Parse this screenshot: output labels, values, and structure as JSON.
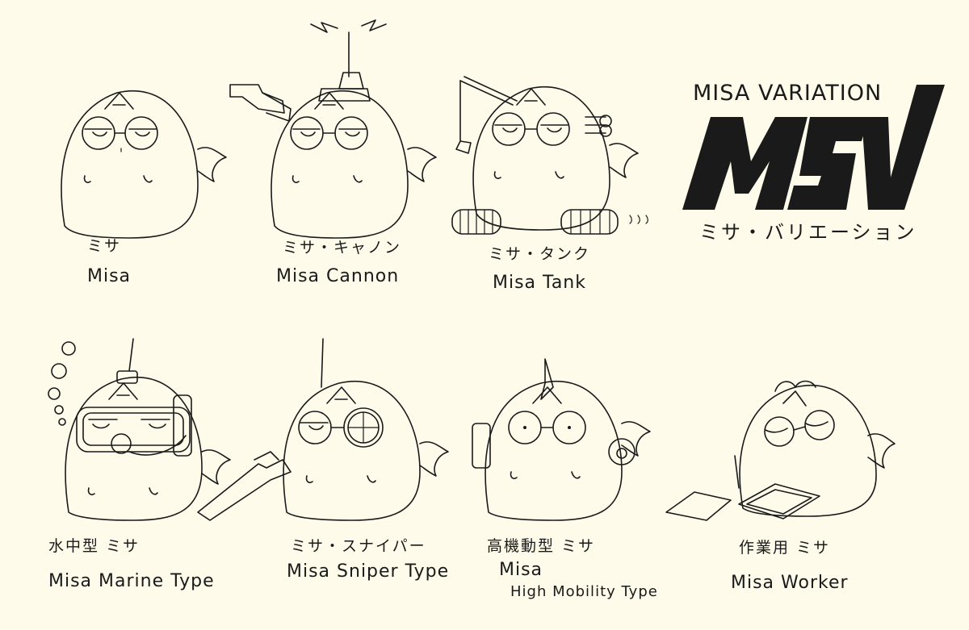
{
  "logo": {
    "title_en": "MISA VARIATION",
    "mark": "MSV",
    "subtitle_jp": "ミサ・バリエーション"
  },
  "variants": [
    {
      "jp": "ミサ",
      "en": "Misa"
    },
    {
      "jp": "ミサ・キャノン",
      "en": "Misa Cannon"
    },
    {
      "jp": "ミサ・タンク",
      "en": "Misa Tank"
    },
    {
      "jp": "水中型 ミサ",
      "en": "Misa Marine Type"
    },
    {
      "jp": "ミサ・スナイパー",
      "en": "Misa Sniper Type"
    },
    {
      "jp": "高機動型 ミサ",
      "en": "Misa",
      "en2": "High Mobility Type"
    },
    {
      "jp": "作業用 ミサ",
      "en": "Misa Worker"
    }
  ],
  "colors": {
    "background": "#fffbea",
    "ink": "#1a1a1a"
  }
}
